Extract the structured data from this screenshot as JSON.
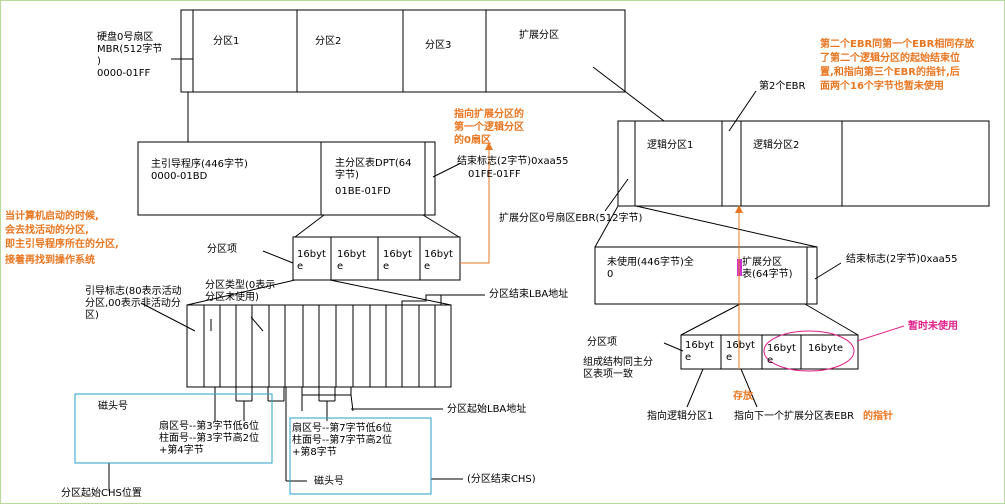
{
  "mbr": {
    "label_title": "硬盘0号扇区",
    "label_size": "MBR(512字节",
    "label_close": ")",
    "label_range": "0000-01FF",
    "partitions": [
      "分区1",
      "分区2",
      "分区3",
      "扩展分区"
    ]
  },
  "boot": {
    "main_title": "主引导程序(446字节)",
    "main_range": "0000-01BD",
    "dpt_title_1": "主分区表DPT(64",
    "dpt_title_2": "字节)",
    "dpt_range": "01BE-01FD",
    "end_mark": "结束标志(2字节)0xaa55",
    "end_range": "01FE-01FF"
  },
  "entries": {
    "label": "分区项",
    "cells": [
      {
        "a": "16byt",
        "b": "e"
      },
      {
        "a": "16byt",
        "b": "e"
      },
      {
        "a": "16byt",
        "b": "e"
      },
      {
        "a": "16byt",
        "b": "e"
      }
    ]
  },
  "fields": {
    "boot_flag": "引导标志(80表示活动分区,00表示非活动分区)",
    "type": "分区类型(0表示分区未使用)",
    "type_close": ")",
    "end_lba": "分区结束LBA地址",
    "start_lba": "分区起始LBA地址",
    "head_1": "磁头号",
    "sector_1": "扇区号--第3字节低6位",
    "cyl_1a": "柱面号--第3字节高2位",
    "cyl_1b": "+第4字节",
    "start_chs": "分区起始CHS位置",
    "sector_2": "扇区号--第7字节低6位",
    "cyl_2a": "柱面号--第7字节高2位",
    "cyl_2b": "+第8字节",
    "head_2": "磁头号",
    "end_chs": "(分区结束CHS)"
  },
  "notes": {
    "startup_1": "当计算机启动的时候,",
    "startup_2": "会去找活动的分区,",
    "startup_3": "即主引导程序所在的分区,",
    "startup_4": "接着再找到操作系统",
    "ext_ptr_1": "指向扩展分区的",
    "ext_ptr_2": "第一个逻辑分区",
    "ext_ptr_3": "的0扇区",
    "ebr2_1": "第二个EBR同第一个EBR相同存放",
    "ebr2_2": "了第二个逻辑分区的起始结束位",
    "ebr2_3": "置,和指向第三个EBR的指针,后",
    "ebr2_4": "面两个16个字节也暂未使用",
    "unused": "暂时未使用",
    "store": "存放"
  },
  "ext": {
    "second_ebr": "第2个EBR",
    "logical": [
      "逻辑分区1",
      "逻辑分区2"
    ],
    "ebr_label": "扩展分区0号扇区EBR(512字节)",
    "unused_1": "未使用(446字节)全",
    "unused_2": "0",
    "ext_table_1": "扩展分区",
    "ext_table_2": "表(64字节)",
    "end_mark": "结束标志(2字节)0xaa55",
    "entries_label": "分区项",
    "cells": [
      {
        "a": "16byt",
        "b": "e"
      },
      {
        "a": "16byt",
        "b": "e"
      },
      {
        "a": "16byt",
        "b": "e"
      },
      {
        "a": "16byte",
        "b": ""
      }
    ],
    "same_1": "组成结构同主分",
    "same_2": "区表项一致",
    "ptr_logical": "指向逻辑分区1",
    "ptr_next_a": "指向下一个扩展分区表EBR",
    "ptr_next_b": "的指针"
  },
  "colors": {
    "line": "#000000",
    "orange": "#e87722",
    "pink": "#e0208a",
    "chs_box": "#2aa0c8",
    "border": "#b8d99a"
  }
}
